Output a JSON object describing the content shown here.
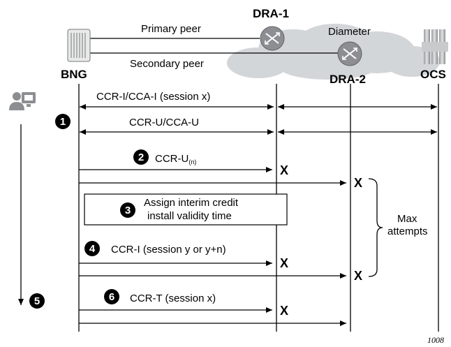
{
  "nodes": {
    "bng": "BNG",
    "dra1": "DRA-1",
    "dra2": "DRA-2",
    "ocs": "OCS",
    "cloud": "Diameter"
  },
  "links": {
    "primary": "Primary peer",
    "secondary": "Secondary peer"
  },
  "messages": {
    "ccr_i": "CCR-I/CCA-I (session x)",
    "ccr_u": "CCR-U/CCA-U",
    "ccr_un_main": "CCR-U",
    "ccr_un_sub": "(n)",
    "interim_line1": "Assign interim credit",
    "interim_line2": "install validity time",
    "ccr_i_retry": "CCR-I (session y or y+n)",
    "ccr_t": "CCR-T (session x)",
    "max_attempts_line1": "Max",
    "max_attempts_line2": "attempts"
  },
  "steps": [
    "1",
    "2",
    "3",
    "4",
    "5",
    "6"
  ],
  "failure_mark": "X",
  "figure_id": "1008",
  "colors": {
    "cloud": "#d3d6d8",
    "router": "#8c8e91",
    "step_badge": "#000000"
  }
}
